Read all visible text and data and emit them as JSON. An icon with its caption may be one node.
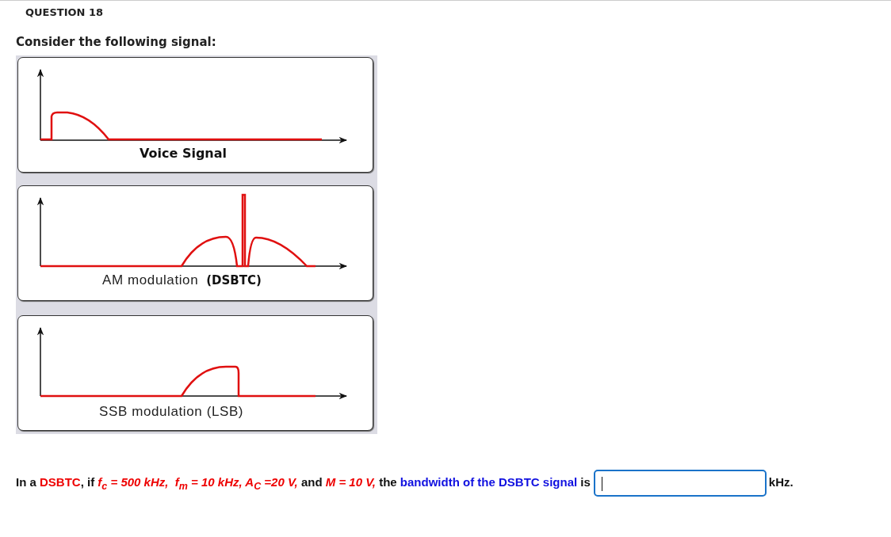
{
  "diagram": {
    "title": "QUESTION 18",
    "nodes": [
      {
        "text": [
          "Voice Signal"
        ]
      },
      {
        "text": [
          "AM modulation",
          "(DSBTC)"
        ]
      },
      {
        "text": [
          "SSB modulation (LSB)"
        ]
      }
    ],
    "labels": [
      "Consider the following signal:",
      "In a",
      "DSBTC",
      ", if",
      "f$_{c}$ = 500 kHz,  f$_{m}$ = 10 kHz, A$_{C}$ =20 V,",
      "and",
      "M = 10 V,",
      "the",
      "bandwidth of the DSBTC signal",
      "is",
      "kHz."
    ]
  }
}
